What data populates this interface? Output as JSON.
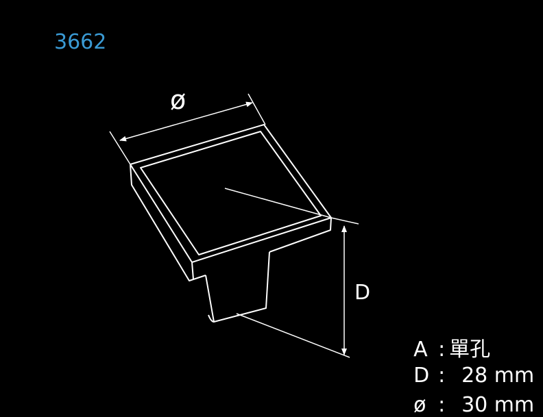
{
  "model_number": "3662",
  "color_accent": "#3a9ad4",
  "dimension_labels": {
    "diameter_symbol": "ø",
    "depth": "D"
  },
  "specs": [
    {
      "key": "A",
      "sep": ":",
      "value": "單孔"
    },
    {
      "key": "D",
      "sep": ":",
      "value": "28 mm"
    },
    {
      "key": "ø",
      "sep": ":",
      "value": "30 mm"
    }
  ]
}
